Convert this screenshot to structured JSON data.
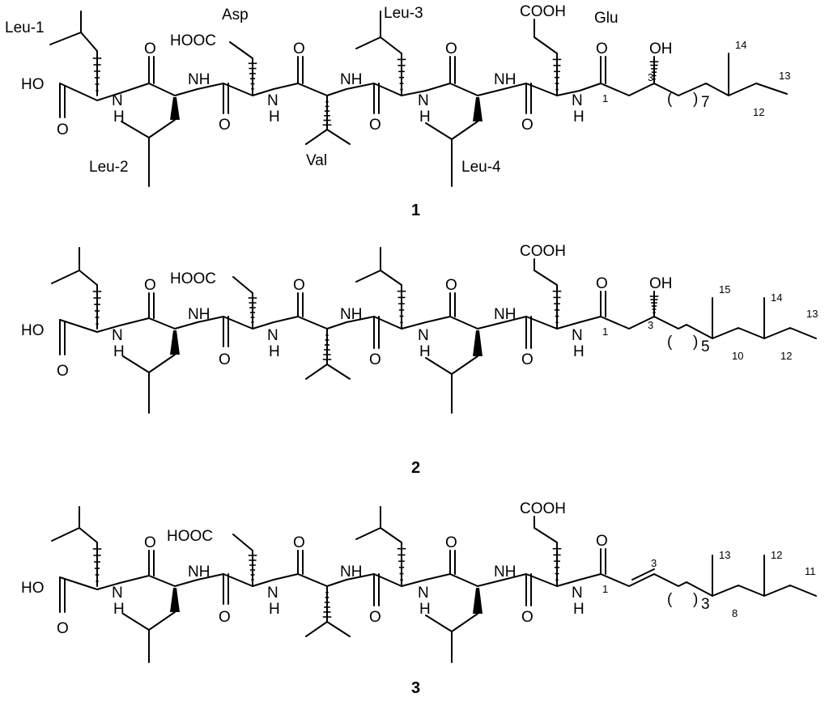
{
  "compounds": [
    {
      "id": "1",
      "residue_labels": [
        "Leu-1",
        "Leu-2",
        "Asp",
        "Val",
        "Leu-3",
        "Leu-4",
        "Glu"
      ],
      "atoms": {
        "oh_acid": "HO",
        "o": "O",
        "nh": "NH",
        "h": "H",
        "n": "N",
        "asp_acid": "HOOC",
        "glu_acid": "COOH",
        "oh": "OH"
      },
      "chain_numbers": [
        "1",
        "3",
        "7",
        "12",
        "13",
        "14"
      ],
      "brackets": [
        "(",
        ")"
      ]
    },
    {
      "id": "2",
      "atoms": {
        "oh_acid": "HO",
        "o": "O",
        "nh": "NH",
        "h": "H",
        "n": "N",
        "asp_acid": "HOOC",
        "glu_acid": "COOH",
        "oh": "OH"
      },
      "chain_numbers": [
        "1",
        "3",
        "5",
        "10",
        "12",
        "13",
        "14",
        "15"
      ],
      "brackets": [
        "(",
        ")"
      ]
    },
    {
      "id": "3",
      "atoms": {
        "oh_acid": "HO",
        "o": "O",
        "nh": "NH",
        "h": "H",
        "n": "N",
        "asp_acid": "HOOC",
        "glu_acid": "COOH"
      },
      "chain_numbers": [
        "1",
        "3",
        "3",
        "8",
        "11",
        "12",
        "13"
      ],
      "brackets": [
        "(",
        ")"
      ]
    }
  ]
}
